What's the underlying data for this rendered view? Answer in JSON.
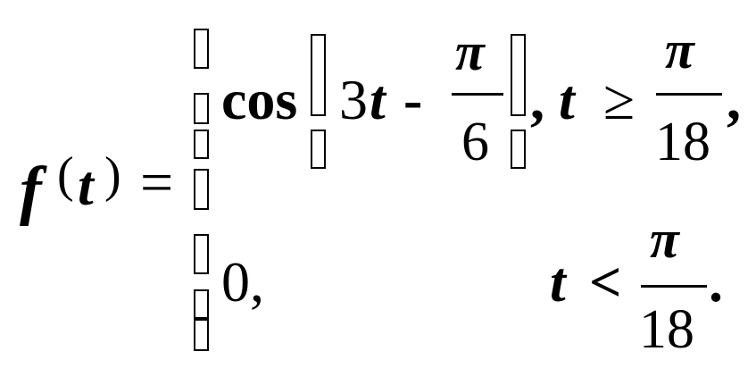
{
  "equation": {
    "lhs": {
      "f": "f",
      "open_paren": "(",
      "t": "t",
      "close_paren": ")",
      "equals": "="
    },
    "case1": {
      "func": "cos",
      "coef": "3",
      "var": "t",
      "minus": "-",
      "pi_num": "π",
      "denom": "6",
      "comma": ",",
      "cond_var": "t",
      "relation": "≥",
      "cond_pi": "π",
      "cond_denom": "18",
      "trailing": ","
    },
    "case2": {
      "value": "0,",
      "cond_var": "t",
      "relation": "<",
      "cond_pi": "π",
      "cond_denom": "18",
      "trailing": "."
    }
  }
}
